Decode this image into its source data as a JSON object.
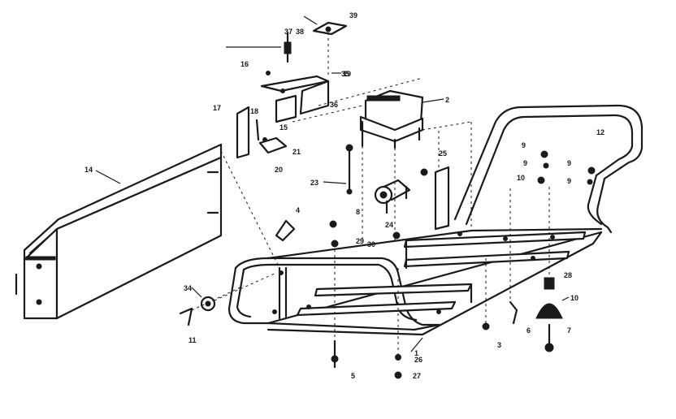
{
  "diagram": {
    "callouts": [
      {
        "id": "c1",
        "label": "1"
      },
      {
        "id": "c2",
        "label": "2"
      },
      {
        "id": "c3",
        "label": "3"
      },
      {
        "id": "c4",
        "label": "4"
      },
      {
        "id": "c5",
        "label": "5"
      },
      {
        "id": "c6",
        "label": "6"
      },
      {
        "id": "c7",
        "label": "7"
      },
      {
        "id": "c8",
        "label": "8"
      },
      {
        "id": "c9a",
        "label": "9"
      },
      {
        "id": "c9b",
        "label": "9"
      },
      {
        "id": "c9c",
        "label": "9"
      },
      {
        "id": "c9d",
        "label": "9"
      },
      {
        "id": "c10a",
        "label": "10"
      },
      {
        "id": "c10b",
        "label": "10"
      },
      {
        "id": "c11",
        "label": "11"
      },
      {
        "id": "c12",
        "label": "12"
      },
      {
        "id": "c14",
        "label": "14"
      },
      {
        "id": "c15",
        "label": "15"
      },
      {
        "id": "c16",
        "label": "16"
      },
      {
        "id": "c17",
        "label": "17"
      },
      {
        "id": "c18",
        "label": "18"
      },
      {
        "id": "c19",
        "label": "19"
      },
      {
        "id": "c20",
        "label": "20"
      },
      {
        "id": "c21",
        "label": "21"
      },
      {
        "id": "c23",
        "label": "23"
      },
      {
        "id": "c24",
        "label": "24"
      },
      {
        "id": "c25",
        "label": "25"
      },
      {
        "id": "c26",
        "label": "26"
      },
      {
        "id": "c27",
        "label": "27"
      },
      {
        "id": "c28",
        "label": "28"
      },
      {
        "id": "c29",
        "label": "29"
      },
      {
        "id": "c30",
        "label": "30"
      },
      {
        "id": "c34",
        "label": "34"
      },
      {
        "id": "c35",
        "label": "35"
      },
      {
        "id": "c36",
        "label": "36"
      },
      {
        "id": "c37",
        "label": "37"
      },
      {
        "id": "c38",
        "label": "38"
      },
      {
        "id": "c39",
        "label": "39"
      }
    ]
  }
}
